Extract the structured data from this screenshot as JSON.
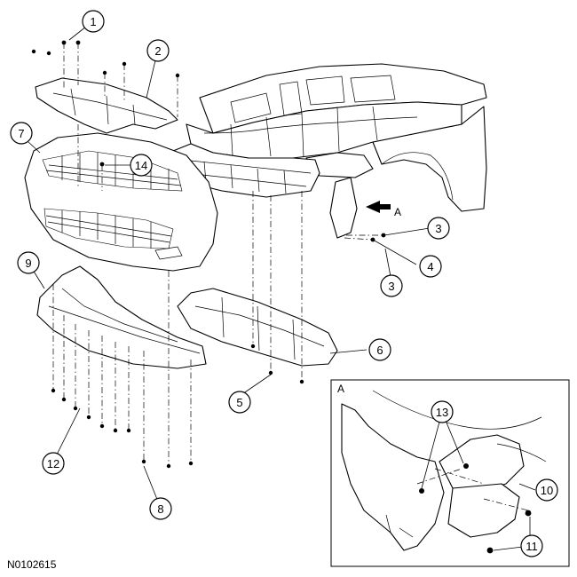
{
  "figure_id": "N0102615",
  "detail_view_label": "A",
  "view_arrow_label": "A",
  "callouts": [
    {
      "num": "1"
    },
    {
      "num": "2"
    },
    {
      "num": "3"
    },
    {
      "num": "3"
    },
    {
      "num": "4"
    },
    {
      "num": "5"
    },
    {
      "num": "6"
    },
    {
      "num": "7"
    },
    {
      "num": "8"
    },
    {
      "num": "9"
    },
    {
      "num": "10"
    },
    {
      "num": "11"
    },
    {
      "num": "12"
    },
    {
      "num": "13"
    },
    {
      "num": "14"
    }
  ]
}
